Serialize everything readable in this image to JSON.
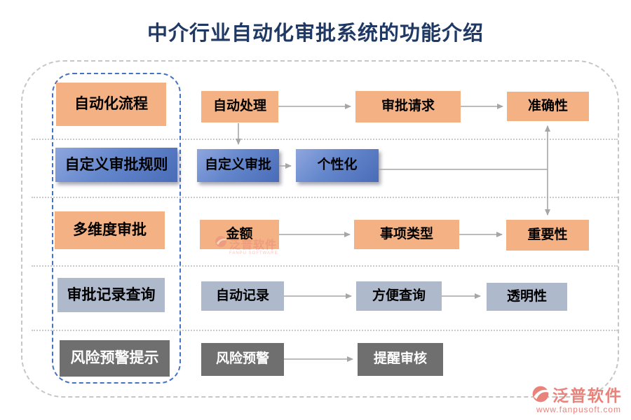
{
  "title": "中介行业自动化审批系统的功能介绍",
  "diagram": {
    "categories": [
      {
        "label": "自动化流程"
      },
      {
        "label": "自定义审批规则"
      },
      {
        "label": "多维度审批"
      },
      {
        "label": "审批记录查询"
      },
      {
        "label": "风险预警提示"
      }
    ],
    "flows": [
      {
        "category": "自动化流程",
        "nodes": [
          "自动处理",
          "审批请求",
          "准确性"
        ]
      },
      {
        "category": "自定义审批规则",
        "nodes": [
          "自定义审批",
          "个性化"
        ]
      },
      {
        "category": "多维度审批",
        "nodes": [
          "金额",
          "事项类型",
          "重要性"
        ]
      },
      {
        "category": "审批记录查询",
        "nodes": [
          "自动记录",
          "方便查询",
          "透明性"
        ]
      },
      {
        "category": "风险预警提示",
        "nodes": [
          "风险预警",
          "提醒审核"
        ]
      }
    ]
  },
  "watermark": {
    "brand": "泛普软件",
    "sub": "FANPU SOFTWARE"
  },
  "footer": {
    "brand": "泛普软件",
    "url": "www.fanpusoft.com"
  },
  "colors": {
    "title": "#1F3864",
    "orange": "#F4B183",
    "blue_gradient_start": "#8FA6DE",
    "blue_gradient_end": "#4A6CB8",
    "steel": "#AFB9CC",
    "dark_gray": "#6F6F6F",
    "arrow": "#A6A6A6",
    "category_frame_dash": "#4472C4",
    "outer_frame_dash": "#C6C6C6",
    "brand_coral": "#E8837B"
  }
}
